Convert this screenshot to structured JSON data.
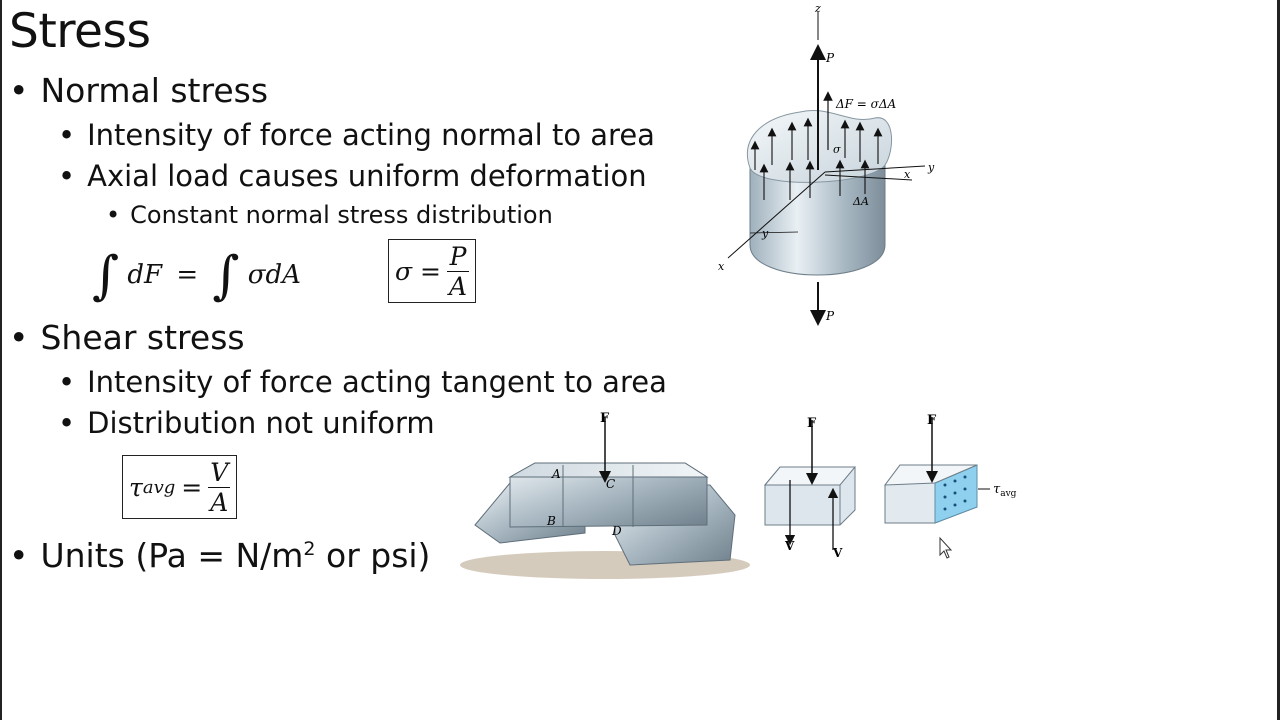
{
  "slide": {
    "title": "Stress",
    "bullets": {
      "normal": "Normal stress",
      "normal_sub1": "Intensity of force acting normal to area",
      "normal_sub2": "Axial load causes uniform deformation",
      "normal_sub3": "Constant normal stress distribution",
      "shear": "Shear stress",
      "shear_sub1": "Intensity of force acting tangent to area",
      "shear_sub2": "Distribution not uniform",
      "units_prefix": "Units (Pa = N/m",
      "units_sup": "2",
      "units_suffix": " or psi)"
    },
    "equations": {
      "integral_left": "dF",
      "integral_equals": "=",
      "integral_right": "σdA",
      "sigma_lhs": "σ =",
      "sigma_num": "P",
      "sigma_den": "A",
      "tau_lhs": "τ",
      "tau_sub": "avg",
      "tau_equals": "=",
      "tau_num": "V",
      "tau_den": "A"
    }
  },
  "figure_cylinder": {
    "z_axis": "z",
    "top_force": "P",
    "delta_f": "ΔF = σΔA",
    "sigma": "σ",
    "y_axis": "y",
    "x_axis_right": "x",
    "delta_a": "ΔA",
    "y_inner": "y",
    "x_axis_left": "x",
    "bottom_force": "P"
  },
  "figure_shear": {
    "force_main": "F",
    "label_a": "A",
    "label_c": "C",
    "label_b": "B",
    "label_d": "D",
    "force_block": "F",
    "shear_v_left": "V",
    "shear_v_right": "V",
    "force_block2": "F",
    "tau": "τ",
    "tau_sub": "avg"
  },
  "colors": {
    "metal_light": "#dfe8ee",
    "metal_dark": "#8a9aa6",
    "shear_face": "#8fd0ee"
  }
}
